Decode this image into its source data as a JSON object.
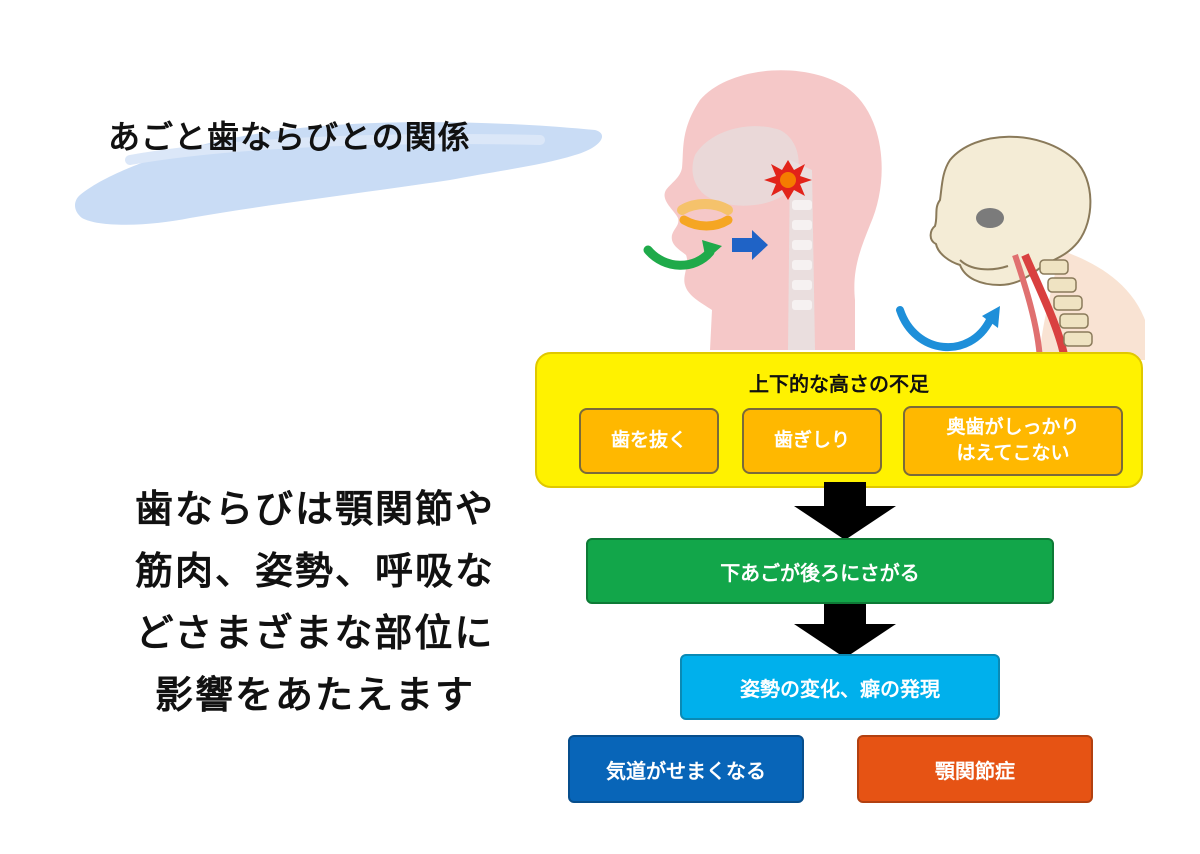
{
  "title": "あごと歯ならびとの関係",
  "panel": {
    "title": "上下的な高さの不足",
    "causes": [
      [
        "歯を抜く"
      ],
      [
        "歯ぎしり"
      ],
      [
        "奥歯がしっかり",
        "はえてこない"
      ]
    ]
  },
  "flow": {
    "step1": "下あごが後ろにさがる",
    "step2": "姿勢の変化、癖の発現",
    "outcome_left": "気道がせまくなる",
    "outcome_right": "顎関節症"
  },
  "body_text_lines": [
    "歯ならびは顎関節や",
    "筋肉、姿勢、呼吸な",
    "どさまざまな部位に",
    "影響をあたえます"
  ],
  "colors": {
    "title_brush": "#c9dcf5",
    "panel_yellow": "#fff200",
    "sub_orange": "#ffb800",
    "step_green": "#12a64a",
    "step_cyan": "#00b0ec",
    "outcome_blue": "#0865b8",
    "outcome_red": "#e65314",
    "arrow_black": "#000000"
  },
  "icons": [
    "head-profile-illustration",
    "skull-spine-illustration",
    "down-arrow-icon",
    "curved-green-arrow-icon",
    "blue-right-arrow-icon",
    "pain-burst-icon",
    "curved-blue-arrow-icon"
  ]
}
